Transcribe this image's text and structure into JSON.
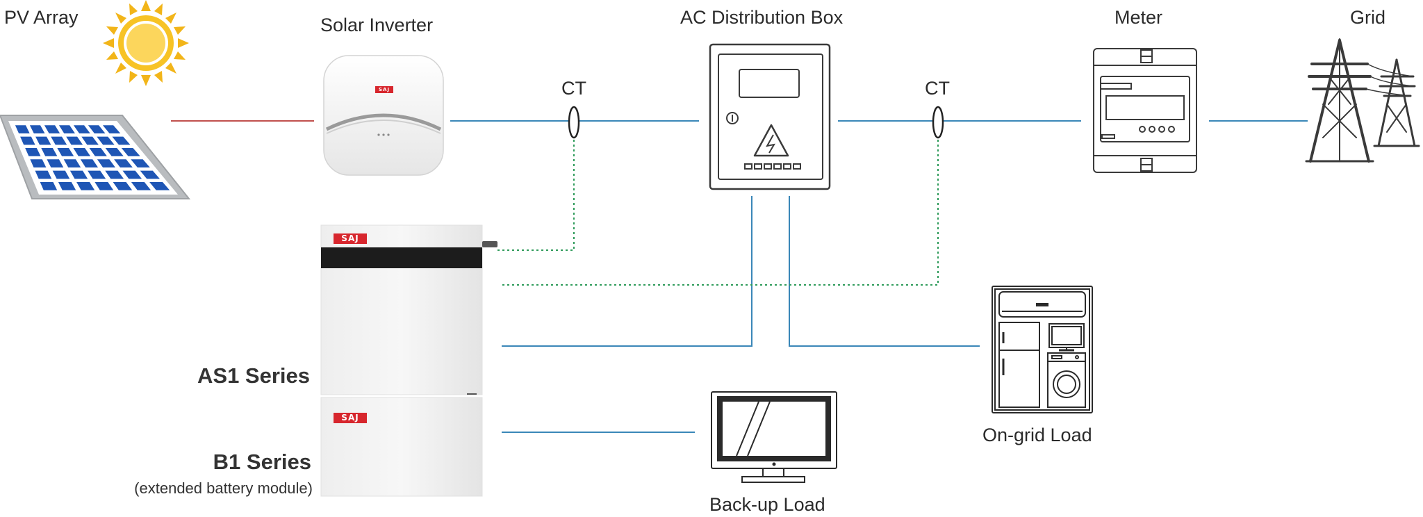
{
  "labels": {
    "pv_array": "PV Array",
    "solar_inverter": "Solar Inverter",
    "ac_distribution_box": "AC Distribution Box",
    "meter": "Meter",
    "grid": "Grid",
    "ct_left": "CT",
    "ct_right": "CT",
    "as1_series": "AS1 Series",
    "b1_series": "B1 Series",
    "b1_note": "(extended battery module)",
    "on_grid_load": "On-grid Load",
    "backup_load": "Back-up Load"
  },
  "brand": {
    "inverter_logo": "SAJ",
    "as1_logo": "SAJ",
    "b1_logo": "SAJ"
  },
  "colors": {
    "dc_line": "#c0504d",
    "ac_line": "#3a87b8",
    "comm_line": "#2e9b5a",
    "brand_red": "#d7262d",
    "outline": "#3a3a3a"
  }
}
